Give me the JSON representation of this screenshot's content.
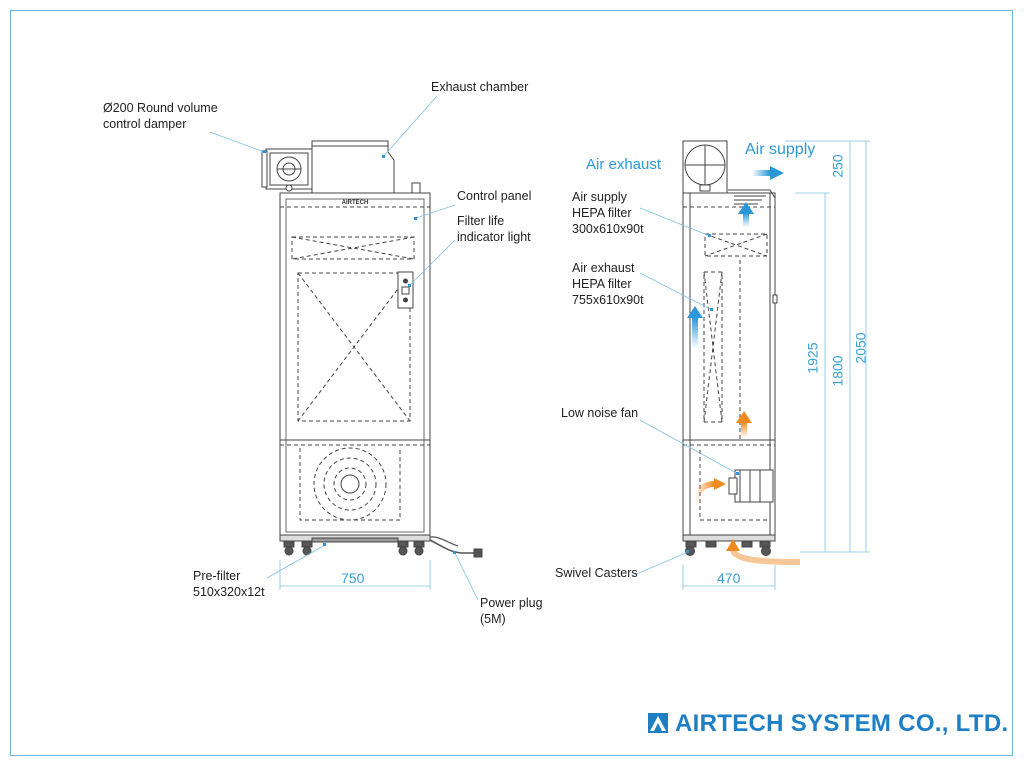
{
  "labels": {
    "damper": "Ø200 Round volume\ncontrol damper",
    "exhaust_chamber": "Exhaust chamber",
    "control_panel": "Control panel",
    "filter_life": "Filter life\nindicator light",
    "pre_filter": "Pre-filter\n510x320x12t",
    "power_plug": "Power plug\n(5M)",
    "air_supply_hepa": "Air supply\nHEPA filter\n300x610x90t",
    "air_exhaust_hepa": "Air exhaust\nHEPA filter\n755x610x90t",
    "low_noise_fan": "Low noise fan",
    "swivel_casters": "Swivel Casters",
    "unit_nameplate": "AIRTECH"
  },
  "flow_labels": {
    "air_exhaust": "Air exhaust",
    "air_supply": "Air supply"
  },
  "dimensions": {
    "front_width": "750",
    "side_depth": "470",
    "height_upper": "250",
    "height_1925": "1925",
    "height_1800": "1800",
    "height_total": "2050"
  },
  "brand": {
    "name": "AIRTECH SYSTEM CO., LTD.",
    "color": "#1f7fc4"
  },
  "colors": {
    "frame": "#6cb8dc",
    "dimension": "#3a9fd3",
    "flow_blue": "#2a98d8",
    "flow_orange": "#ef8a1f",
    "drawing": "#444444"
  }
}
